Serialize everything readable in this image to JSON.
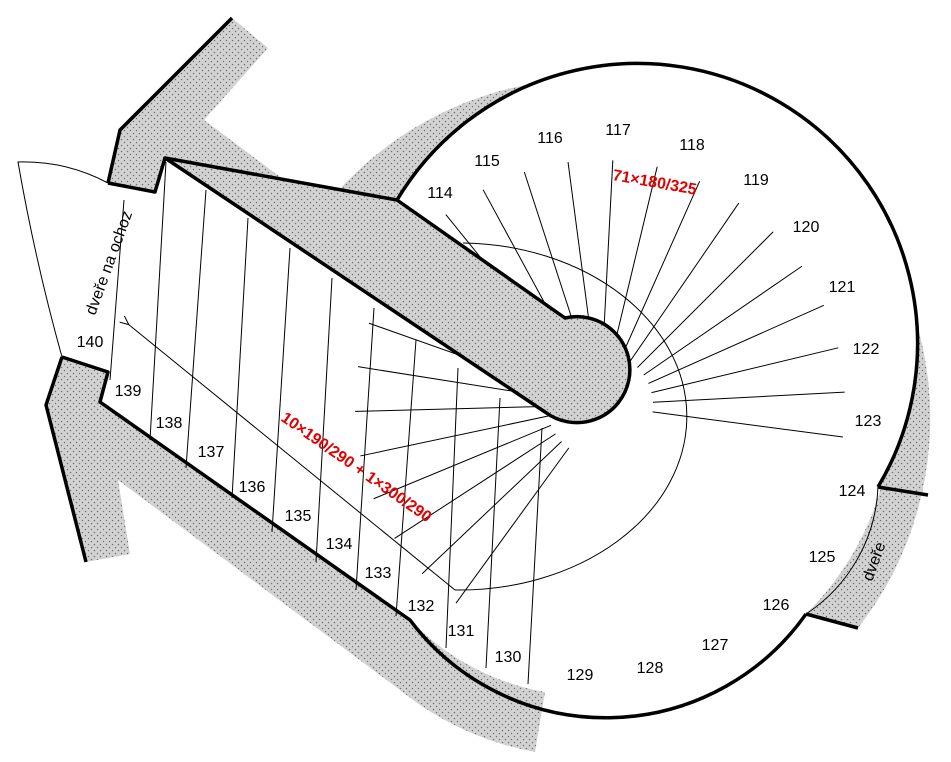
{
  "colors": {
    "wall_fill": "#d2d2d2",
    "wall_dots": "#707070",
    "outline": "#000000",
    "step_line": "#000000",
    "label": "#000000",
    "dimension_text": "#e00000"
  },
  "labels": {
    "spiral_dimension": "71×180/325",
    "straight_dimension": "10×190/290 + 1×300/290",
    "door_top": "dveře na ochoz",
    "door_right": "dveře"
  },
  "steps": [
    "114",
    "115",
    "116",
    "117",
    "118",
    "119",
    "120",
    "121",
    "122",
    "123",
    "124",
    "125",
    "126",
    "127",
    "128",
    "129",
    "130",
    "131",
    "132",
    "133",
    "134",
    "135",
    "136",
    "137",
    "138",
    "139",
    "140"
  ]
}
